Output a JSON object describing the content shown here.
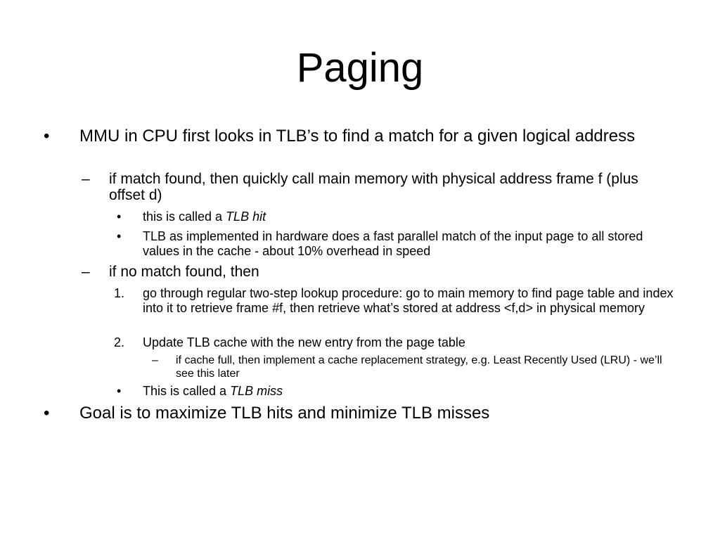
{
  "slide": {
    "title": "Paging",
    "items": [
      {
        "marker": "•",
        "text": "MMU in CPU first looks in TLB’s to find a match for a given logical address"
      },
      {
        "marker": "–",
        "text": "if match found, then quickly call main memory with physical address frame f (plus offset d)"
      },
      {
        "marker": "•",
        "text_prefix": "this is called a ",
        "text_emphasis": "TLB hit"
      },
      {
        "marker": "•",
        "text": "TLB as implemented in hardware does a fast parallel match of the input page to all stored values in the cache - about 10% overhead in speed"
      },
      {
        "marker": "–",
        "text": "if no match found, then"
      },
      {
        "marker": "1.",
        "text": "go through regular two-step lookup procedure: go to main memory to find page table and index into it to retrieve frame #f, then retrieve what’s stored at address <f,d> in physical memory"
      },
      {
        "marker": "2.",
        "text": "Update TLB cache with the new entry from the page table"
      },
      {
        "marker": "–",
        "text": "if cache full, then implement a cache replacement strategy, e.g. Least Recently Used (LRU) - we’ll see this later"
      },
      {
        "marker": "•",
        "text_prefix": "This is called a ",
        "text_emphasis": "TLB miss"
      },
      {
        "marker": "•",
        "text": "Goal is to maximize TLB hits and minimize TLB misses"
      }
    ]
  }
}
